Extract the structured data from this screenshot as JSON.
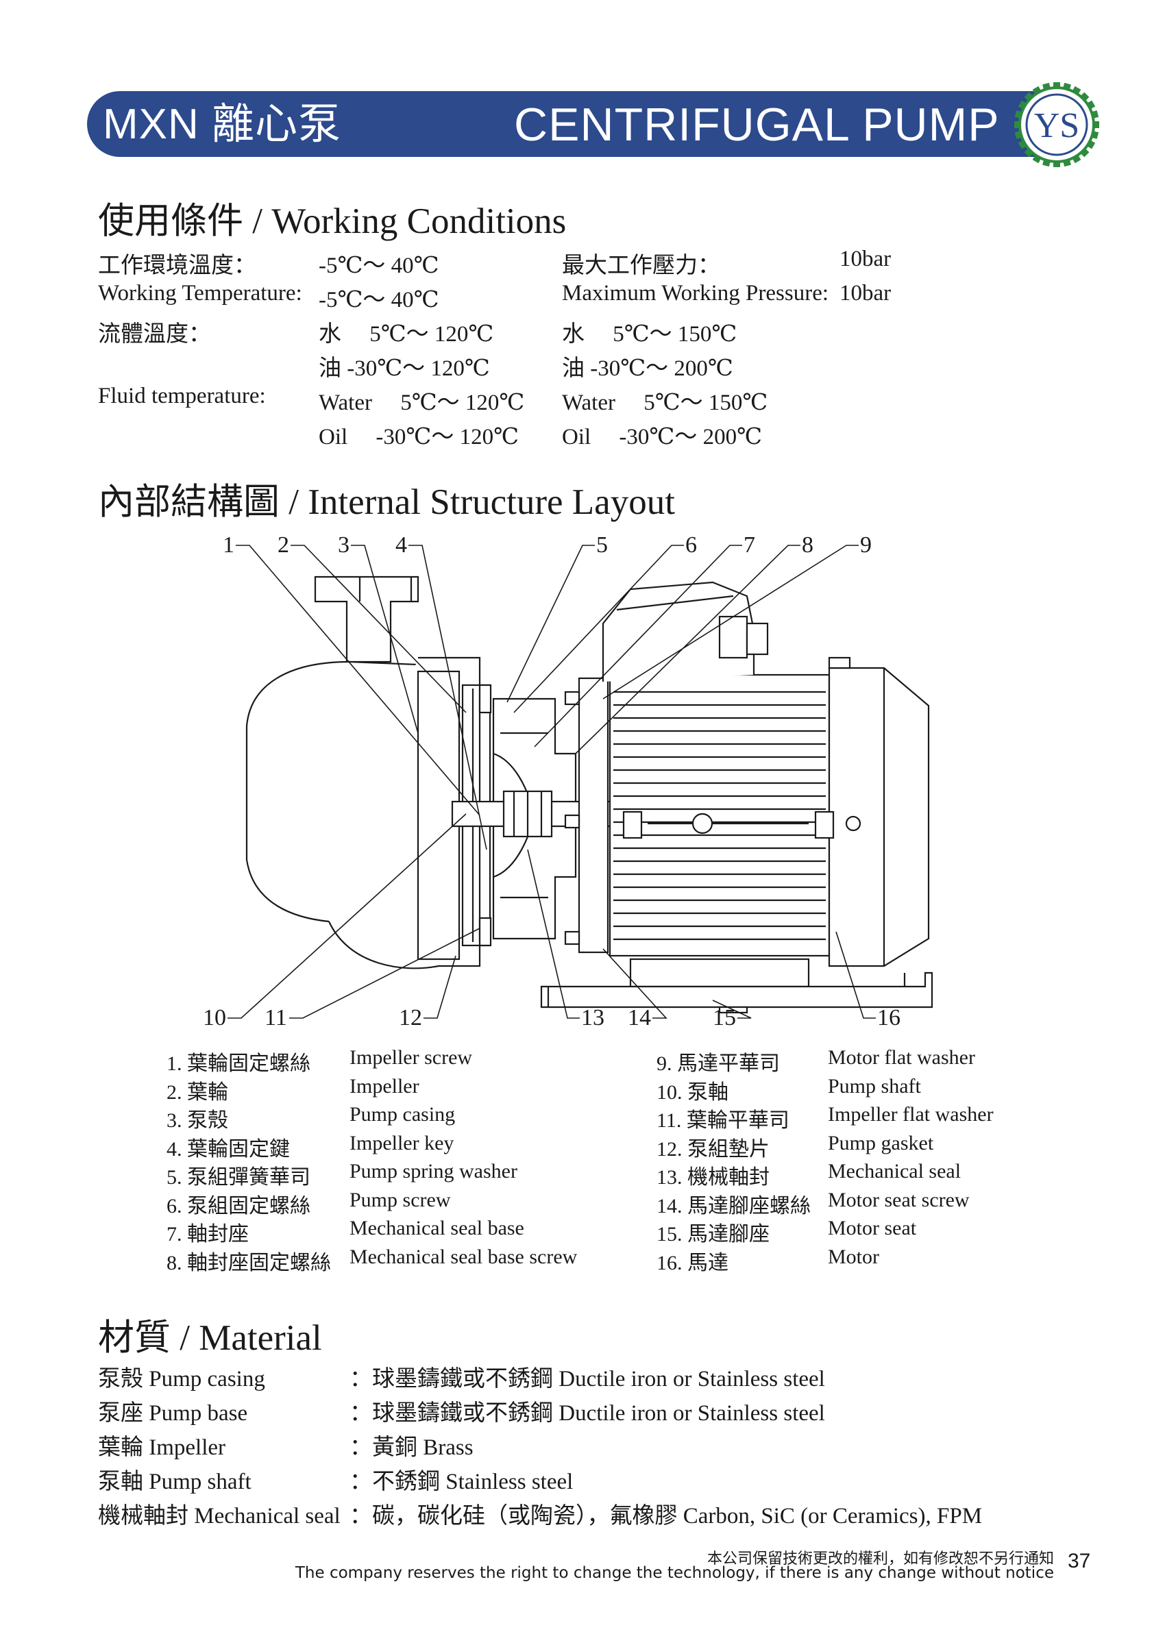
{
  "header": {
    "left_title": "MXN 離心泵",
    "right_title": "CENTRIFUGAL PUMP",
    "logo_letters": "YS"
  },
  "working_conditions": {
    "heading": "使用條件 / Working Conditions",
    "rows": [
      {
        "c1": "工作環境溫度：",
        "c2": "-5℃～ 40℃",
        "c3": "最大工作壓力：",
        "c4": "10bar"
      },
      {
        "c1": "Working Temperature:",
        "c2": "-5℃～ 40℃",
        "c3": "Maximum Working Pressure:",
        "c4": "10bar"
      },
      {
        "c1": "流體溫度：",
        "c2": "水　 5℃～ 120℃",
        "c3": "水　 5℃～ 150℃",
        "c4": ""
      },
      {
        "c1": "",
        "c2": "油 -30℃～ 120℃",
        "c3": "油 -30℃～ 200℃",
        "c4": ""
      },
      {
        "c1": "Fluid temperature:",
        "c2": "Water　 5℃～ 120℃",
        "c3": "Water　 5℃～ 150℃",
        "c4": ""
      },
      {
        "c1": "",
        "c2": "Oil　 -30℃～ 120℃",
        "c3": "Oil　 -30℃～ 200℃",
        "c4": ""
      }
    ]
  },
  "structure": {
    "heading": "內部結構圖 / Internal Structure Layout",
    "top_callouts": [
      "1",
      "2",
      "3",
      "4",
      "5",
      "6",
      "7",
      "8",
      "9"
    ],
    "bottom_callouts": [
      "10",
      "11",
      "12",
      "13",
      "14",
      "15",
      "16"
    ]
  },
  "parts_left": [
    {
      "zh": "1. 葉輪固定螺絲",
      "en": "Impeller screw"
    },
    {
      "zh": "2. 葉輪",
      "en": "Impeller"
    },
    {
      "zh": "3. 泵殼",
      "en": "Pump casing"
    },
    {
      "zh": "4. 葉輪固定鍵",
      "en": "Impeller key"
    },
    {
      "zh": "5. 泵組彈簧華司",
      "en": "Pump spring washer"
    },
    {
      "zh": "6. 泵組固定螺絲",
      "en": "Pump screw"
    },
    {
      "zh": "7. 軸封座",
      "en": "Mechanical seal base"
    },
    {
      "zh": "8. 軸封座固定螺絲",
      "en": "Mechanical seal base screw"
    }
  ],
  "parts_right": [
    {
      "zh": "9. 馬達平華司",
      "en": "Motor flat washer"
    },
    {
      "zh": "10. 泵軸",
      "en": "Pump shaft"
    },
    {
      "zh": "11. 葉輪平華司",
      "en": "Impeller flat washer"
    },
    {
      "zh": "12. 泵組墊片",
      "en": "Pump gasket"
    },
    {
      "zh": "13. 機械軸封",
      "en": "Mechanical seal"
    },
    {
      "zh": "14. 馬達腳座螺絲",
      "en": "Motor seat screw"
    },
    {
      "zh": "15. 馬達腳座",
      "en": "Motor seat"
    },
    {
      "zh": "16. 馬達",
      "en": "Motor"
    }
  ],
  "material": {
    "heading": "材質 / Material",
    "rows": [
      {
        "part": "泵殼 Pump casing",
        "value": "：球墨鑄鐵或不銹鋼 Ductile iron or Stainless steel"
      },
      {
        "part": "泵座 Pump base",
        "value": "：球墨鑄鐵或不銹鋼 Ductile iron or Stainless steel"
      },
      {
        "part": "葉輪 Impeller",
        "value": "：黃銅 Brass"
      },
      {
        "part": "泵軸 Pump shaft",
        "value": "：不銹鋼 Stainless steel"
      },
      {
        "part": "機械軸封 Mechanical seal",
        "value": "：碳，碳化硅（或陶瓷），氟橡膠 Carbon, SiC (or Ceramics), FPM"
      }
    ]
  },
  "footer": {
    "zh": "本公司保留技術更改的權利，如有修改恕不另行通知",
    "en": "The company reserves the right to change the technology, if there is any change without notice",
    "page": "37"
  },
  "colors": {
    "banner": "#2c4a8c",
    "logo_gear": "#2e8b3e",
    "logo_letters": "#2c4a8c"
  }
}
